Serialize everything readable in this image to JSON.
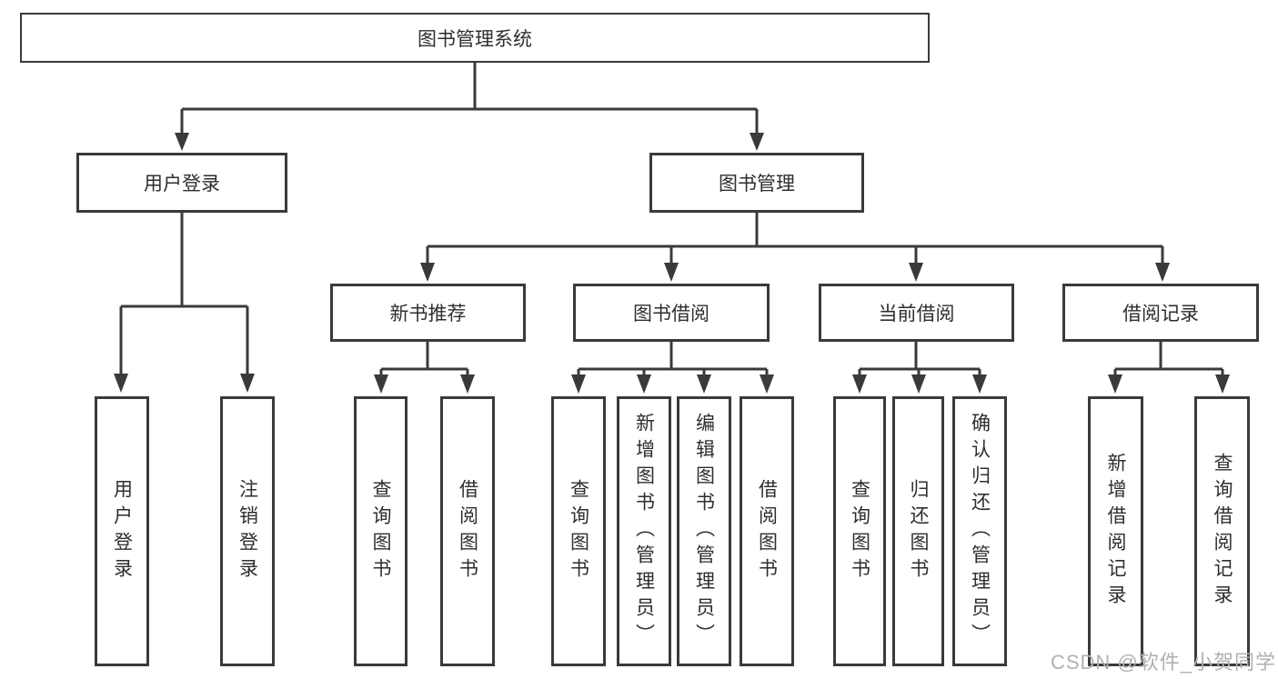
{
  "diagram": {
    "type": "hierarchy",
    "root": {
      "label": "图书管理系统"
    },
    "branches": [
      {
        "label": "用户登录",
        "children": [
          {
            "label": "用户登录"
          },
          {
            "label": "注销登录"
          }
        ]
      },
      {
        "label": "图书管理",
        "children": [
          {
            "label": "新书推荐",
            "children": [
              {
                "label": "查询图书"
              },
              {
                "label": "借阅图书"
              }
            ]
          },
          {
            "label": "图书借阅",
            "children": [
              {
                "label": "查询图书"
              },
              {
                "label": "新增图书（管理员）"
              },
              {
                "label": "编辑图书（管理员）"
              },
              {
                "label": "借阅图书"
              }
            ]
          },
          {
            "label": "当前借阅",
            "children": [
              {
                "label": "查询图书"
              },
              {
                "label": "归还图书"
              },
              {
                "label": "确认归还（管理员）"
              }
            ]
          },
          {
            "label": "借阅记录",
            "children": [
              {
                "label": "新增借阅记录"
              },
              {
                "label": "查询借阅记录"
              }
            ]
          }
        ]
      }
    ]
  },
  "watermark": {
    "text": "CSDN @软件_小贺同学"
  },
  "colors": {
    "line": "#3a3a3a",
    "text": "#2e2e2e",
    "box_background": "#ffffff",
    "watermark": "#b0b0b0",
    "background": "#ffffff"
  }
}
